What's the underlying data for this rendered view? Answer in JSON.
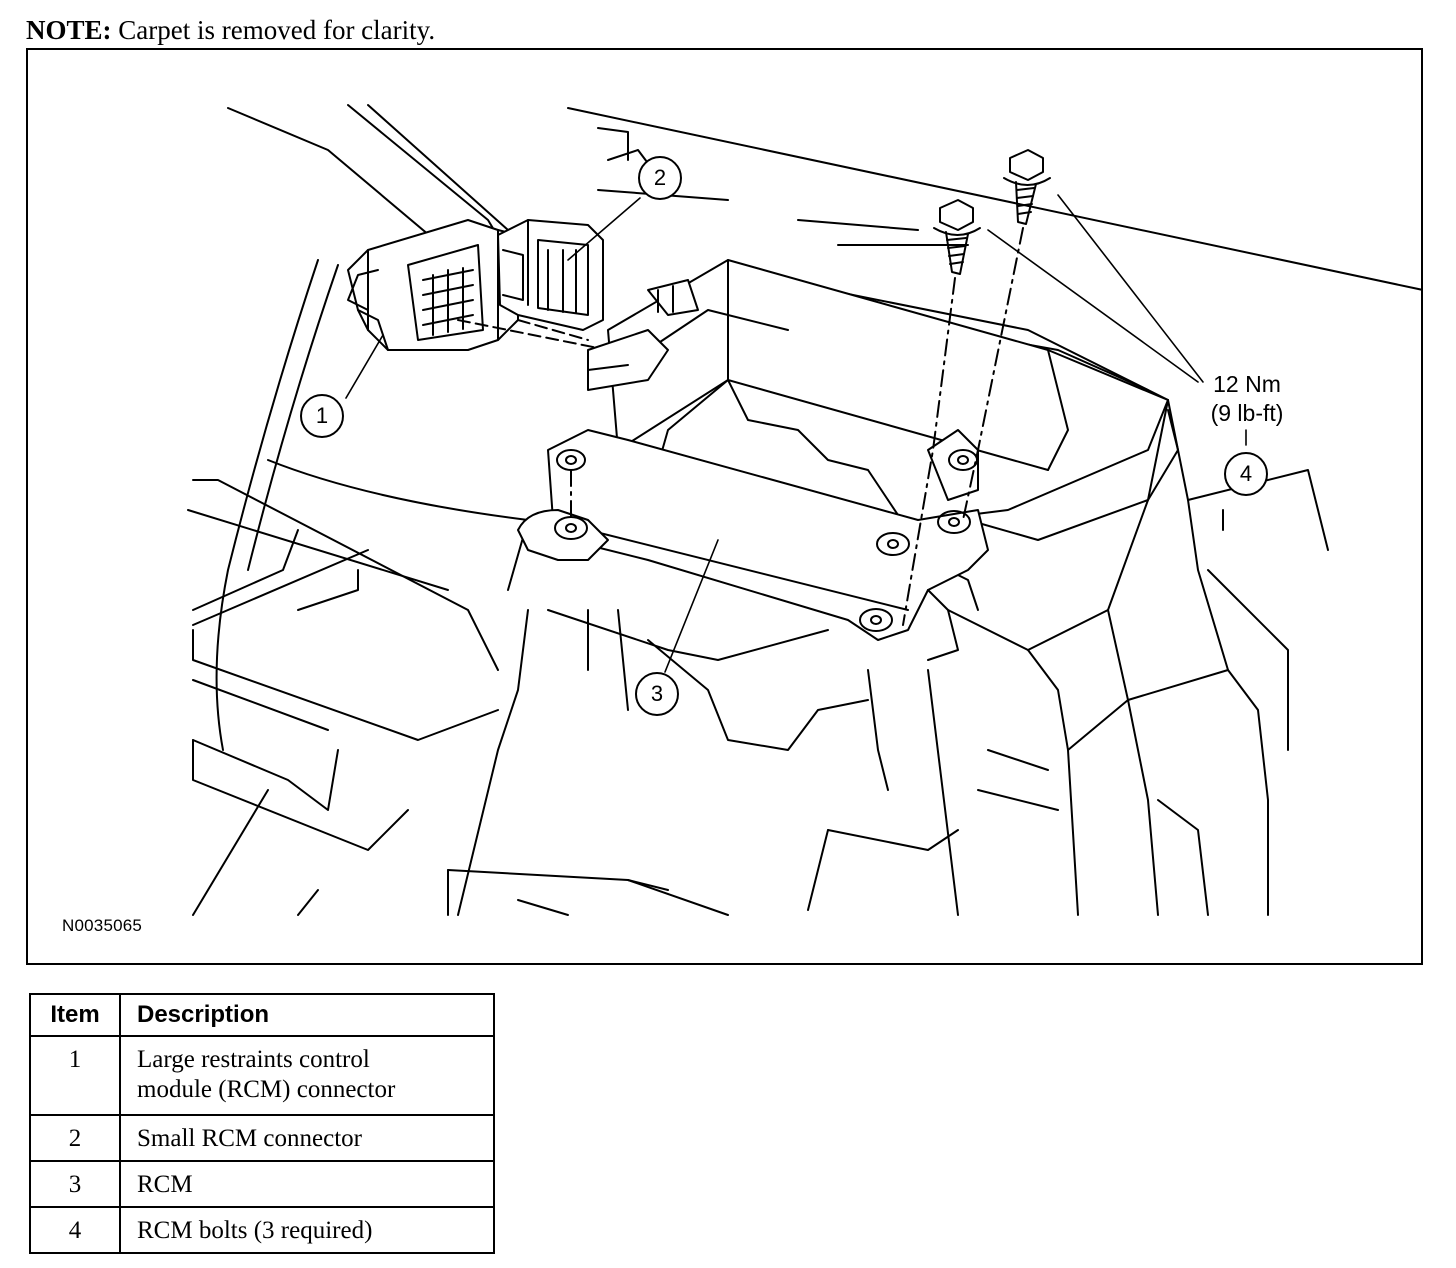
{
  "note": {
    "label": "NOTE:",
    "text": "Carpet is removed for clarity."
  },
  "figure": {
    "id": "N0035065",
    "torque": {
      "nm": "12 Nm",
      "lbft": "(9 lb-ft)"
    },
    "callouts": [
      "1",
      "2",
      "3",
      "4"
    ]
  },
  "table": {
    "headers": [
      "Item",
      "Description"
    ],
    "rows": [
      {
        "item": "1",
        "description_line1": "Large restraints control",
        "description_line2": "module (RCM) connector"
      },
      {
        "item": "2",
        "description": "Small RCM connector"
      },
      {
        "item": "3",
        "description": "RCM"
      },
      {
        "item": "4",
        "description": "RCM bolts (3 required)"
      }
    ]
  }
}
